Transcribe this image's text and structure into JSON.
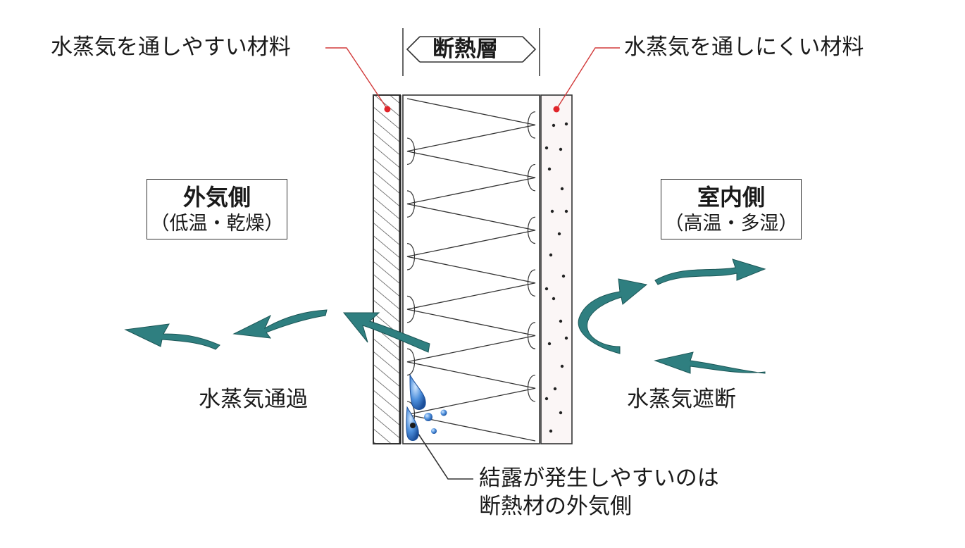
{
  "labels": {
    "permeable_material": "水蒸気を通しやすい材料",
    "impermeable_material": "水蒸気を通しにくい材料",
    "insulation_layer": "断熱層",
    "outside_title": "外気側",
    "outside_sub": "（低温・乾燥）",
    "inside_title": "室内側",
    "inside_sub": "（高温・多湿）",
    "vapor_pass": "水蒸気通過",
    "vapor_block": "水蒸気遮断",
    "condensation_line1": "結露が発生しやすいのは",
    "condensation_line2": "断熱材の外気側"
  },
  "colors": {
    "arrow": "#2f7f80",
    "arrow_stroke": "#1b5656",
    "leader_line": "#d23a3a",
    "leader_dot": "#e0242a",
    "droplet": "#3a7fd0"
  }
}
